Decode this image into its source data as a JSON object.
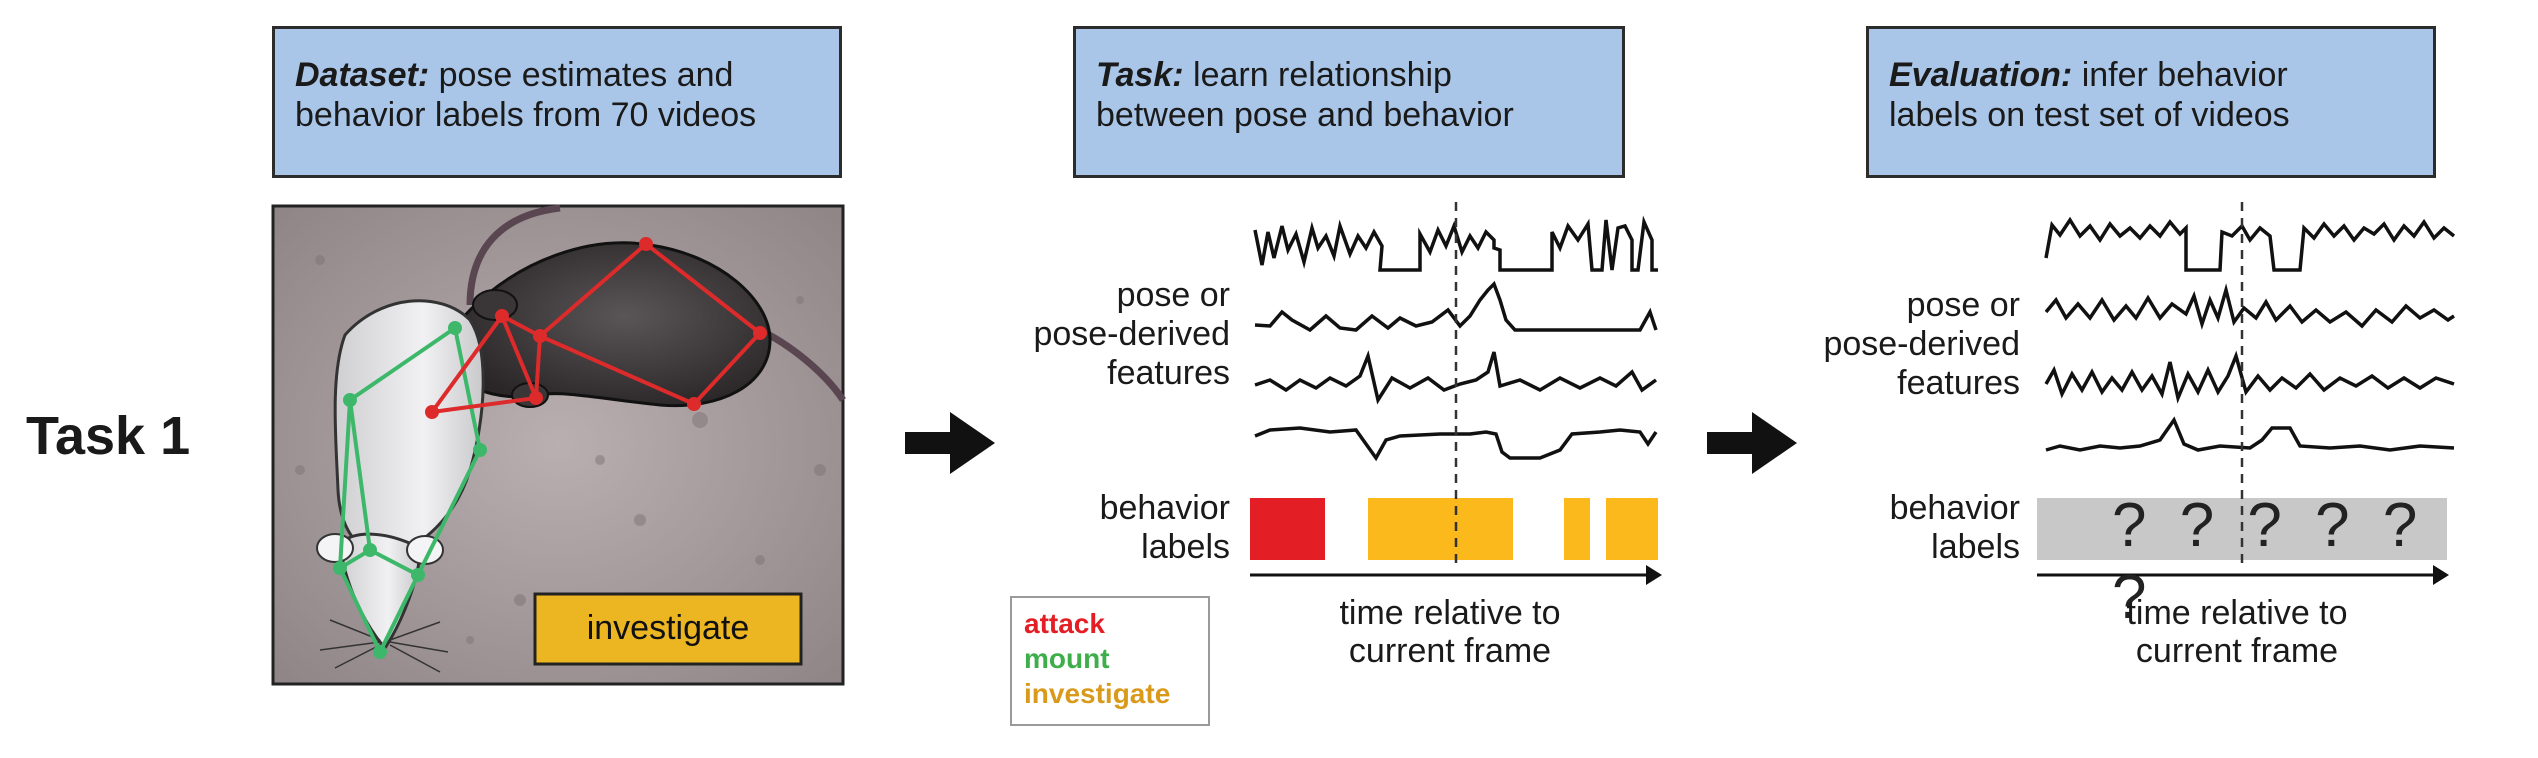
{
  "task_label": "Task 1",
  "panels": {
    "dataset": {
      "title_bold": "Dataset:",
      "line1": " pose estimates and",
      "line2": "behavior labels from 70 videos"
    },
    "task": {
      "title_bold": "Task:",
      "line1": " learn relationship",
      "line2": "between pose and behavior"
    },
    "evaluation": {
      "title_bold": "Evaluation:",
      "line1": " infer behavior",
      "line2": "labels on test set of videos"
    }
  },
  "image_overlay_label": "investigate",
  "feature_label": [
    "pose or",
    "pose-derived",
    "features"
  ],
  "behavior_label": [
    "behavior",
    "labels"
  ],
  "time_axis_label": [
    "time relative to",
    "current frame"
  ],
  "unknown_labels": "? ? ? ? ? ?",
  "legend": [
    {
      "label": "attack",
      "color": "#e31e24"
    },
    {
      "label": "mount",
      "color": "#3dae49"
    },
    {
      "label": "investigate",
      "color": "#d99a1b"
    }
  ],
  "colors": {
    "header_fill": "#a9c6e8",
    "attack": "#e31e24",
    "investigate": "#fbb91b",
    "unknown": "#c8c8c8",
    "pose_red": "#dd2a2a",
    "pose_green": "#3db86a"
  },
  "icons": [
    "arrow-right-icon",
    "mouse-illustration"
  ]
}
